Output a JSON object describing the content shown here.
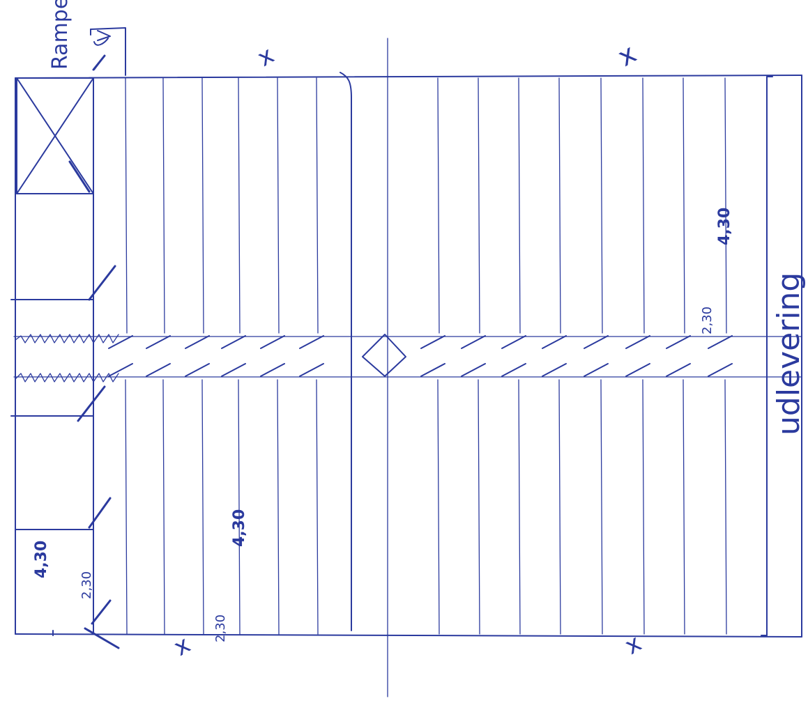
{
  "colors": {
    "ink": "#2b3a9e",
    "paper": "#ffffff"
  },
  "labels": {
    "ramp": "Rampe",
    "delivery": "udlevering",
    "pillar_mark": "x",
    "stall_depth": "4,30",
    "stall_width": "2,30"
  }
}
